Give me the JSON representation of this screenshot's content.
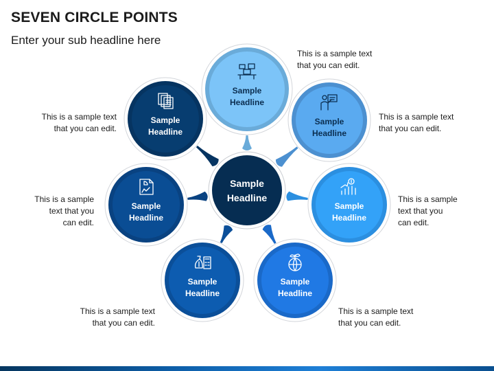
{
  "header": {
    "title": "SEVEN CIRCLE POINTS",
    "subtitle": "Enter your sub headline here"
  },
  "center": {
    "label_line1": "Sample",
    "label_line2": "Headline",
    "color": "#062d52"
  },
  "items": [
    {
      "line1": "Sample",
      "line2": "Headline",
      "icon": "boxes-on-table-icon",
      "color": "#7cc4f8",
      "ring": "#6aabd9",
      "text_color": "#0b2e50",
      "desc": [
        "This is a sample text",
        "that you can edit."
      ]
    },
    {
      "line1": "Sample",
      "line2": "Headline",
      "icon": "presenter-board-icon",
      "color": "#5aaaf0",
      "ring": "#4c90d0",
      "text_color": "#0b2e50",
      "desc": [
        "This is a sample text",
        "that you can edit."
      ]
    },
    {
      "line1": "Sample",
      "line2": "Headline",
      "icon": "growth-chart-dollar-icon",
      "color": "#33a2f8",
      "ring": "#2b8fe0",
      "text_color": "#ffffff",
      "desc": [
        "This is a sample",
        "text that you",
        "can edit."
      ]
    },
    {
      "line1": "Sample",
      "line2": "Headline",
      "icon": "globe-plant-icon",
      "color": "#2079e4",
      "ring": "#1a69c8",
      "text_color": "#ffffff",
      "desc": [
        "This is a sample text",
        "that you can edit."
      ]
    },
    {
      "line1": "Sample",
      "line2": "Headline",
      "icon": "money-bag-calculator-icon",
      "color": "#0d5cb0",
      "ring": "#0b4f99",
      "text_color": "#ffffff",
      "desc": [
        "This is a sample text",
        "that you can edit."
      ]
    },
    {
      "line1": "Sample",
      "line2": "Headline",
      "icon": "report-chart-icon",
      "color": "#0a4d94",
      "ring": "#094281",
      "text_color": "#ffffff",
      "desc": [
        "This is a sample",
        "text that you",
        "can edit."
      ]
    },
    {
      "line1": "Sample",
      "line2": "Headline",
      "icon": "documents-stack-icon",
      "color": "#073d70",
      "ring": "#063461",
      "text_color": "#ffffff",
      "desc": [
        "This is a sample text",
        "that you can edit."
      ]
    }
  ]
}
